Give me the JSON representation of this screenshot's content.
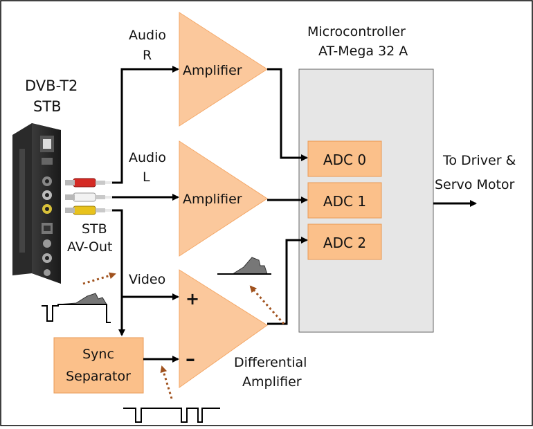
{
  "labels": {
    "stb_title_1": "DVB-T2",
    "stb_title_2": "STB",
    "stb_avout_1": "STB",
    "stb_avout_2": "AV-Out",
    "audio_r_1": "Audio",
    "audio_r_2": "R",
    "audio_l_1": "Audio",
    "audio_l_2": "L",
    "video": "Video",
    "plus": "+",
    "minus": "–",
    "mcu_1": "Microcontroller",
    "mcu_2": "AT-Mega 32 A",
    "out_1": "To Driver &",
    "out_2": "Servo Motor",
    "diff_1": "Differential",
    "diff_2": "Amplifier"
  },
  "amplifiers": {
    "top": "Amplifier",
    "middle": "Amplifier"
  },
  "adcs": [
    "ADC 0",
    "ADC 1",
    "ADC 2"
  ],
  "sync_separator": {
    "line1": "Sync",
    "line2": "Separator"
  },
  "colors": {
    "amp_fill": "#fbc89c",
    "amp_stroke": "#f4a868",
    "box_fill": "#fbc08a",
    "box_stroke": "#e89a55",
    "mcu_fill": "#e6e6e6",
    "mcu_stroke": "#666666",
    "dotted_arrow": "#a0521e",
    "plug_red": "#d42a24",
    "plug_white": "#f2f2f2",
    "plug_yellow": "#e8c21c"
  }
}
